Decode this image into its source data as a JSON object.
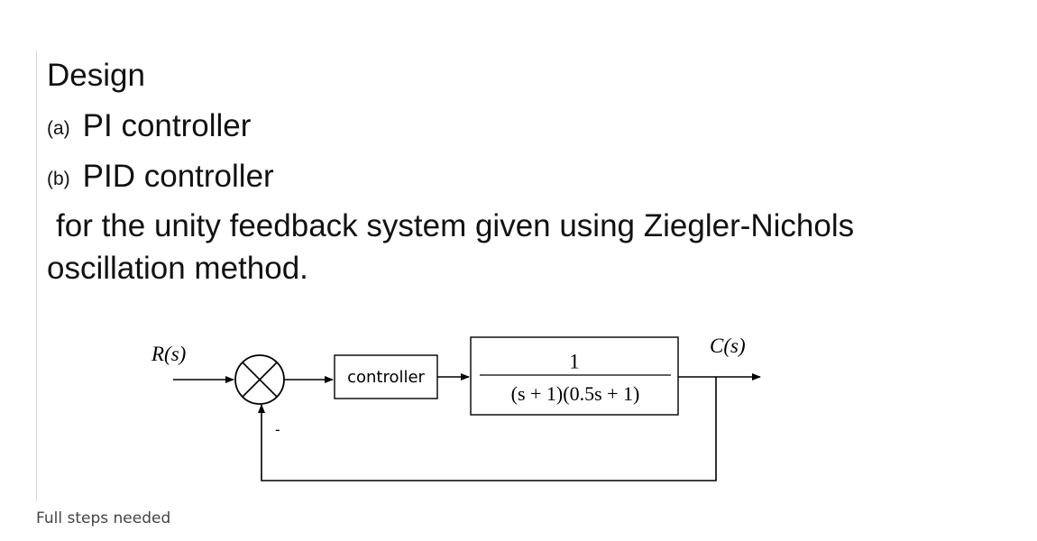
{
  "question": {
    "heading": "Design",
    "items": [
      {
        "tag": "(a)",
        "text": "PI controller"
      },
      {
        "tag": "(b)",
        "text": "PID controller"
      }
    ],
    "body_line1": "for the unity feedback system given using Ziegler-Nichols",
    "body_line2": "oscillation method."
  },
  "diagram": {
    "input_label": "R(s)",
    "output_label": "C(s)",
    "controller_label": "controller",
    "plant_numerator": "1",
    "plant_denominator": "(s + 1)(0.5s + 1)",
    "feedback_sign": "-"
  },
  "footnote": "Full steps needed",
  "colors": {
    "text": "#111111",
    "diagram_stroke": "#000000",
    "footnote_text": "#444444",
    "quote_bar": "#d6d6d6"
  }
}
